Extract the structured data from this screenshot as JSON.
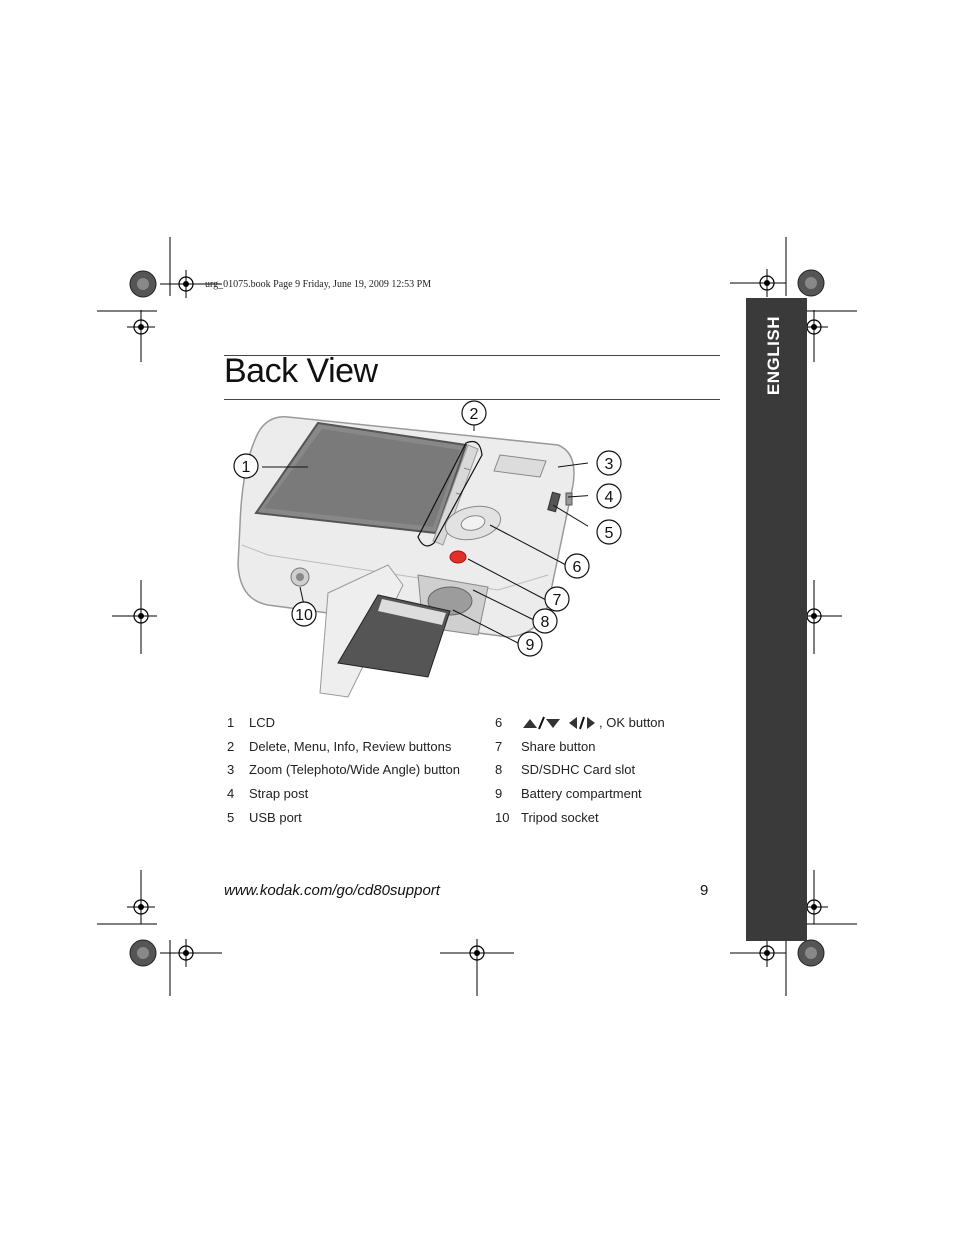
{
  "header": {
    "book_note": "urg_01075.book  Page 9  Friday, June 19, 2009  12:53 PM"
  },
  "page": {
    "title": "Back View",
    "sidebar_label": "ENGLISH"
  },
  "callouts": [
    "1",
    "2",
    "3",
    "4",
    "5",
    "6",
    "7",
    "8",
    "9",
    "10"
  ],
  "legend": {
    "left": [
      {
        "num": "1",
        "text": "LCD"
      },
      {
        "num": "2",
        "text": "Delete, Menu, Info, Review buttons"
      },
      {
        "num": "3",
        "text": "Zoom (Telephoto/Wide Angle) button"
      },
      {
        "num": "4",
        "text": "Strap post"
      },
      {
        "num": "5",
        "text": "USB port"
      }
    ],
    "right": [
      {
        "num": "6",
        "text": ", OK button"
      },
      {
        "num": "7",
        "text": "Share button"
      },
      {
        "num": "8",
        "text": "SD/SDHC Card slot"
      },
      {
        "num": "9",
        "text": "Battery compartment"
      },
      {
        "num": "10",
        "text": "Tripod socket"
      }
    ],
    "right_first_icons": [
      "up-down-arrow-icon",
      "left-right-arrow-icon"
    ],
    "ok_label": "OK"
  },
  "footer": {
    "url": "www.kodak.com/go/cd80support",
    "page_number": "9"
  },
  "colors": {
    "sidebar": "#3a3a3a",
    "share_button": "#e0302a"
  }
}
